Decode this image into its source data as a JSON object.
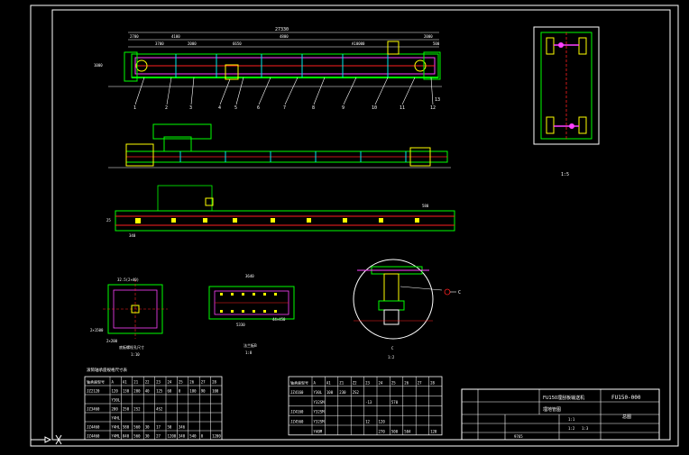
{
  "title_block": {
    "drawing_title": "FU150埋刮板输送机",
    "drawing_subtitle": "埋地管图",
    "drawing_number": "FU150-000",
    "sheet_label": "总图",
    "scale_1": "1:1",
    "scale_2": "1:2",
    "scale_3": "1:3",
    "weight": "9765"
  },
  "labels": {
    "section_view_scale": "1:5",
    "detail_c_scale": "1:2",
    "detail_c_letter": "C",
    "flange_caption": "底板螺栓孔尺寸",
    "flange_scale": "1:10",
    "plate_caption": "法兰板B",
    "plate_scale": "1:8",
    "detail_arrow_label": "C",
    "overall_length": "27330",
    "dims_top": [
      "2700",
      "4100",
      "3700",
      "2000",
      "6650",
      "4800",
      "A10000",
      "2000",
      "500"
    ],
    "part_numbers": [
      "1",
      "2",
      "3",
      "4",
      "5",
      "6",
      "7",
      "8",
      "9",
      "10",
      "11",
      "12",
      "13"
    ],
    "dim_left": "1000",
    "plate_dims": [
      "3640",
      "5330",
      "44×450"
    ],
    "flange_dims": [
      "32.5(2×40)",
      "2×1500",
      "2×200"
    ],
    "bar_dims": [
      "580",
      "340",
      "25"
    ],
    "table_title": "滚筒轴承座规格尺寸表"
  },
  "table_left": {
    "headers": [
      "轴承座型号",
      "A",
      "A1",
      "21",
      "22",
      "23",
      "24",
      "25",
      "26",
      "27",
      "28"
    ],
    "rows": [
      [
        "JZ2120",
        "120",
        "130",
        "200",
        "40",
        "125",
        "68",
        "0",
        "180",
        "90",
        "100"
      ],
      [
        "",
        "Y30L",
        "",
        "",
        "",
        "",
        "",
        "",
        "",
        "",
        ""
      ],
      [
        "JZ3460",
        "200",
        "250",
        "2S2",
        "",
        "4S2",
        "",
        "",
        "",
        "",
        ""
      ],
      [
        "",
        "Y4HL",
        "",
        "",
        "",
        "",
        "",
        "",
        "",
        "",
        ""
      ],
      [
        "JZ4460",
        "Y4HL",
        "580",
        "560",
        "30",
        "17",
        "50",
        "346",
        "",
        "",
        ""
      ],
      [
        "JZ4460",
        "Y4ML",
        "840",
        "560",
        "30",
        "27",
        "1200",
        "340",
        "540",
        "0",
        "1200"
      ]
    ]
  },
  "table_right": {
    "headers": [
      "轴承座型号",
      "A",
      "A1",
      "Z1",
      "Z2",
      "23",
      "24",
      "25",
      "26",
      "27",
      "28"
    ],
    "rows": [
      [
        "JZ4160",
        "Y30L",
        "100",
        "230",
        "2S2",
        "",
        "",
        "",
        "",
        "",
        ""
      ],
      [
        "",
        "Y32SM",
        "",
        "",
        "",
        "-13",
        "",
        "570",
        "",
        "",
        ""
      ],
      [
        "JZ4160",
        "Y32SM",
        "",
        "",
        "",
        "",
        "",
        "",
        "",
        "",
        ""
      ],
      [
        "JZ4560",
        "Y32SM",
        "",
        "",
        "",
        "12",
        "120",
        "",
        "",
        "",
        ""
      ],
      [
        "",
        "Y40M",
        "",
        "",
        "",
        "",
        "270",
        "500",
        "584",
        "",
        "120"
      ]
    ]
  },
  "colors": {
    "frame": "#ffffff",
    "green": "#00ff00",
    "red": "#ff2020",
    "magenta": "#ff40ff",
    "cyan": "#00e8e8",
    "yellow": "#ffff00"
  },
  "icons": [
    "ucs-axis-icon",
    "detail-arrow-icon"
  ]
}
